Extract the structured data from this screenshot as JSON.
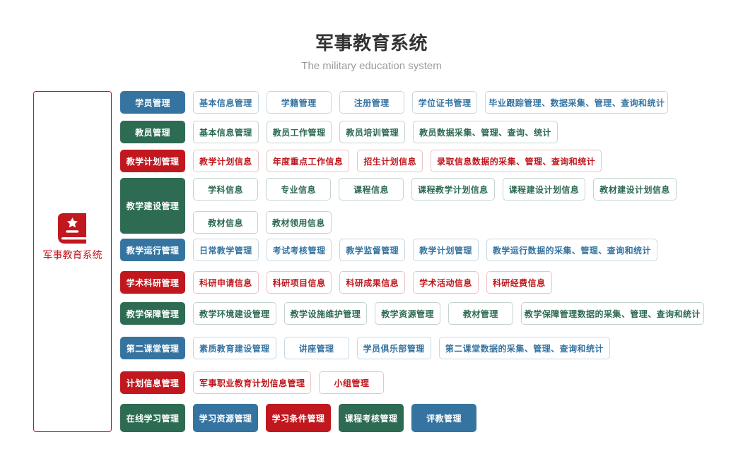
{
  "header": {
    "title": "军事教育系统",
    "subtitle": "The military education system"
  },
  "sidebar": {
    "label": "军事教育系统",
    "icon": "book-star-icon"
  },
  "colors": {
    "blue": "#3574a1",
    "green": "#2d6b52",
    "red": "#c0181e",
    "blue_border": "#c6d7e4",
    "green_border": "#c3d5cc",
    "red_border": "#eec2c4",
    "title": "#333333",
    "subtitle": "#9b9b9b"
  },
  "rows": [
    {
      "category": "学员管理",
      "color": "blue",
      "items": [
        "基本信息管理",
        "学籍管理",
        "注册管理",
        "学位证书管理",
        "毕业跟踪管理、数据采集、管理、查询和统计"
      ]
    },
    {
      "category": "教员管理",
      "color": "green",
      "items": [
        "基本信息管理",
        "教员工作管理",
        "教员培训管理",
        "教员数据采集、管理、查询、统计"
      ]
    },
    {
      "category": "教学计划管理",
      "color": "red",
      "items": [
        "教学计划信息",
        "年度重点工作信息",
        "招生计划信息",
        "录取信息数据的采集、管理、查询和统计"
      ]
    },
    {
      "category": "教学建设管理",
      "color": "green",
      "items": [
        "学科信息",
        "专业信息",
        "课程信息",
        "课程教学计划信息",
        "课程建设计划信息",
        "教材建设计划信息",
        "教材信息",
        "教材领用信息"
      ]
    },
    {
      "category": "教学运行管理",
      "color": "blue",
      "items": [
        "日常教学管理",
        "考试考核管理",
        "教学监督管理",
        "教学计划管理",
        "教学运行数据的采集、管理、查询和统计"
      ]
    },
    {
      "category": "学术科研管理",
      "color": "red",
      "items": [
        "科研申请信息",
        "科研项目信息",
        "科研成果信息",
        "学术活动信息",
        "科研经费信息"
      ]
    },
    {
      "category": "教学保障管理",
      "color": "green",
      "items": [
        "教学环境建设管理",
        "教学设施维护管理",
        "教学资源管理",
        "教材管理",
        "教学保障管理数据的采集、管理、查询和统计"
      ]
    },
    {
      "category": "第二课堂管理",
      "color": "blue",
      "items": [
        "素质教育建设管理",
        "讲座管理",
        "学员俱乐部管理",
        "第二课堂数据的采集、管理、查询和统计"
      ]
    },
    {
      "category": "计划信息管理",
      "color": "red",
      "items": [
        "军事职业教育计划信息管理",
        "小组管理"
      ]
    },
    {
      "category": "在线学习管理",
      "color": "green",
      "items": [
        {
          "label": "学习资源管理",
          "color": "blue"
        },
        {
          "label": "学习条件管理",
          "color": "red"
        },
        {
          "label": "课程考核管理",
          "color": "green"
        },
        {
          "label": "评教管理",
          "color": "blue"
        }
      ]
    }
  ]
}
